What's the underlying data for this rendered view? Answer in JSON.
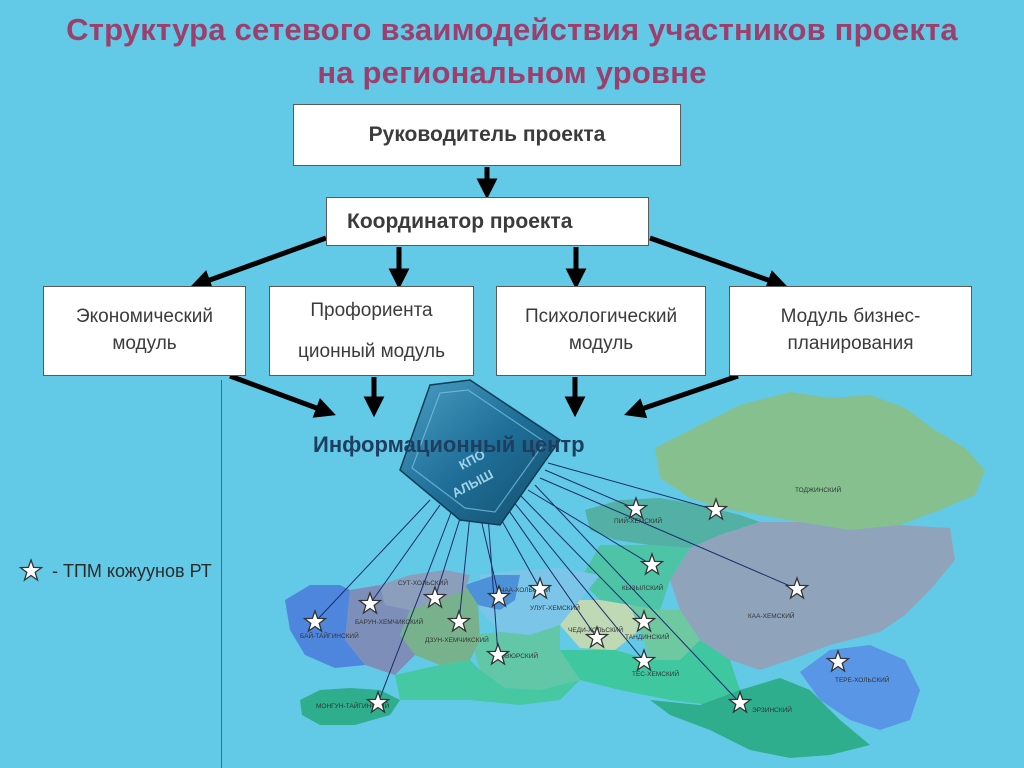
{
  "title": {
    "line1": "Структура сетевого взаимодействия участников проекта",
    "line2": "на региональном уровне"
  },
  "boxes": {
    "leader": "Руководитель проекта",
    "coordinator": "Координатор проекта",
    "econ": "Экономический модуль",
    "prof_line1": "Профориента",
    "prof_line2": "ционный модуль",
    "psy": "Психологический модуль",
    "biz": "Модуль бизнес-планирования"
  },
  "info_center": "Информационный центр",
  "emblem_text": [
    "КПО",
    "АЛЫШ"
  ],
  "legend": "- ТПМ кожуунов РТ",
  "regions": [
    "ТОДЖИНСКИЙ",
    "ПИЙ-ХЕМСКИЙ",
    "СУТ-ХОЛЬСКИЙ",
    "БАРУН-ХЕМЧИКСКИЙ",
    "БАЙ-ТАЙГИНСКИЙ",
    "ДЗУН-ХЕМЧИКСКИЙ",
    "ЧАА-ХОЛЬСКИЙ",
    "УЛУГ-ХЕМСКИЙ",
    "КЫЗЫЛСКИЙ",
    "ЧЕДИ-ХОЛЬСКИЙ",
    "ТАНДИНСКИЙ",
    "КАА-ХЕМСКИЙ",
    "ОВЮРСКИЙ",
    "ТЕС-ХЕМСКИЙ",
    "ТЕРЕ-ХОЛЬСКИЙ",
    "МОНГУН-ТАЙГИНСКИЙ",
    "ЭРЗИНСКИЙ"
  ],
  "colors": {
    "background": "#62c9e6",
    "title": "#9c3f6c",
    "info_center": "#1f3e5f"
  }
}
